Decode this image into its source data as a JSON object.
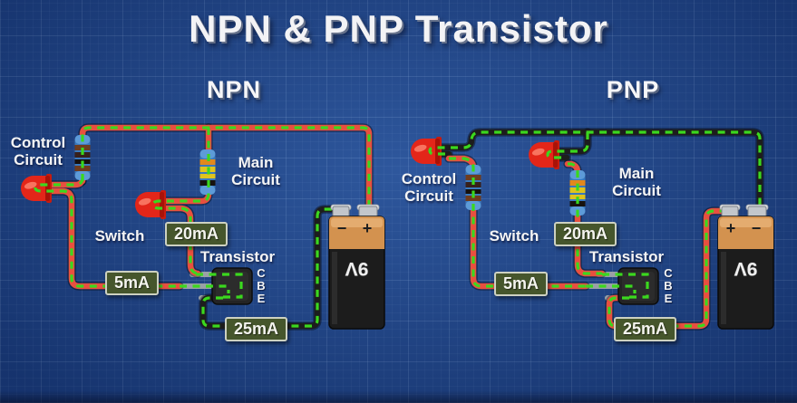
{
  "title": "NPN & PNP Transistor",
  "npn": {
    "heading": "NPN",
    "control_circuit": [
      "Control",
      "Circuit"
    ],
    "main_circuit": [
      "Main",
      "Circuit"
    ],
    "switch_label": "Switch",
    "transistor_label": "Transistor",
    "pins": [
      "C",
      "B",
      "E"
    ],
    "badges": {
      "main": "20mA",
      "base": "5mA",
      "emitter": "25mA"
    },
    "battery": {
      "left_sign": "−",
      "right_sign": "+",
      "voltage": "9V"
    }
  },
  "pnp": {
    "heading": "PNP",
    "control_circuit": [
      "Control",
      "Circuit"
    ],
    "main_circuit": [
      "Main",
      "Circuit"
    ],
    "switch_label": "Switch",
    "transistor_label": "Transistor",
    "pins": [
      "C",
      "B",
      "E"
    ],
    "badges": {
      "main": "20mA",
      "base": "5mA",
      "emitter": "25mA"
    },
    "battery": {
      "left_sign": "+",
      "right_sign": "−",
      "voltage": "9V"
    }
  },
  "colors": {
    "background": "#1e458c",
    "wire_red": "#e8503f",
    "wire_black": "#1d1d1d",
    "wire_lead": "#9aa0a6",
    "dash_green": "#3bd81e",
    "badge_green": "#46562c",
    "led_red": "#e32619",
    "battery_copper": "#d3924f",
    "resistor_blue": "#3a79bd"
  }
}
